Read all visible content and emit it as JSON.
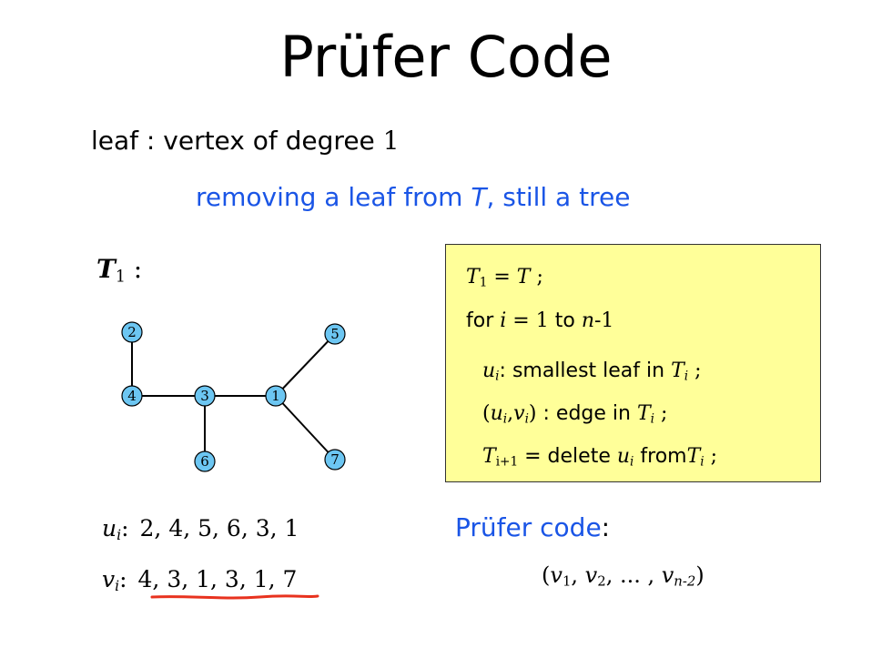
{
  "title": "Prüfer Code",
  "leaf_def": {
    "term": "leaf :",
    "text": "vertex of degree",
    "degree": "1"
  },
  "removing": {
    "pre": "removing a leaf from ",
    "T": "T",
    "post": ",  still a tree"
  },
  "tree_label": {
    "T": "T",
    "sub": "1",
    "colon": " :"
  },
  "tree": {
    "node_fill": "#6cc6f2",
    "nodes": [
      {
        "id": "n2",
        "label": "2"
      },
      {
        "id": "n4",
        "label": "4"
      },
      {
        "id": "n3",
        "label": "3"
      },
      {
        "id": "n1",
        "label": "1"
      },
      {
        "id": "n5",
        "label": "5"
      },
      {
        "id": "n6",
        "label": "6"
      },
      {
        "id": "n7",
        "label": "7"
      }
    ],
    "edges": [
      [
        "n2",
        "n4"
      ],
      [
        "n4",
        "n3"
      ],
      [
        "n3",
        "n1"
      ],
      [
        "n3",
        "n6"
      ],
      [
        "n1",
        "n5"
      ],
      [
        "n1",
        "n7"
      ]
    ]
  },
  "algorithm": {
    "background": "#ffff99",
    "line1": {
      "T1": "T",
      "sub1": "1",
      "eq": " = ",
      "T": "T",
      "semi": " ;"
    },
    "line2": {
      "for": "for ",
      "i": "i",
      "eq1": " = 1 ",
      "to": "to ",
      "n": "n",
      "minus": "-1"
    },
    "line3": {
      "u": "u",
      "i": "i",
      "colon": ": ",
      "text": "smallest leaf in ",
      "T": "T",
      "ti": "i",
      "semi": " ;"
    },
    "line4": {
      "open": "(",
      "u": "u",
      "i1": "i",
      "comma": ",",
      "v": "v",
      "i2": "i",
      "close": ")",
      "text": " : edge in ",
      "T": "T",
      "ti": "i",
      "semi": " ;"
    },
    "line5": {
      "T": "T",
      "sub": "i+1",
      "text": " = delete ",
      "u": "u",
      "ui": "i",
      "from": " from",
      "T2": "T",
      "ti": "i",
      "semi": " ;"
    }
  },
  "sequences": {
    "u_label": "u",
    "u_sub": "i",
    "u_colon": ":",
    "u_values": "2, 4, 5, 6, 3, 1",
    "v_label": "v",
    "v_sub": "i",
    "v_colon": ":",
    "v_underlined": "4, 3, 1, 3, 1",
    "v_rest": ", 7"
  },
  "prufer_code": {
    "label": "Prüfer code",
    "colon": ":",
    "v1": "v",
    "s1": "1",
    "v2": "v",
    "s2": "2",
    "dots": ", ... , ",
    "vn": "v",
    "sn": "n-2"
  },
  "colors": {
    "blue": "#1a55e6",
    "underline": "#e8321e"
  }
}
